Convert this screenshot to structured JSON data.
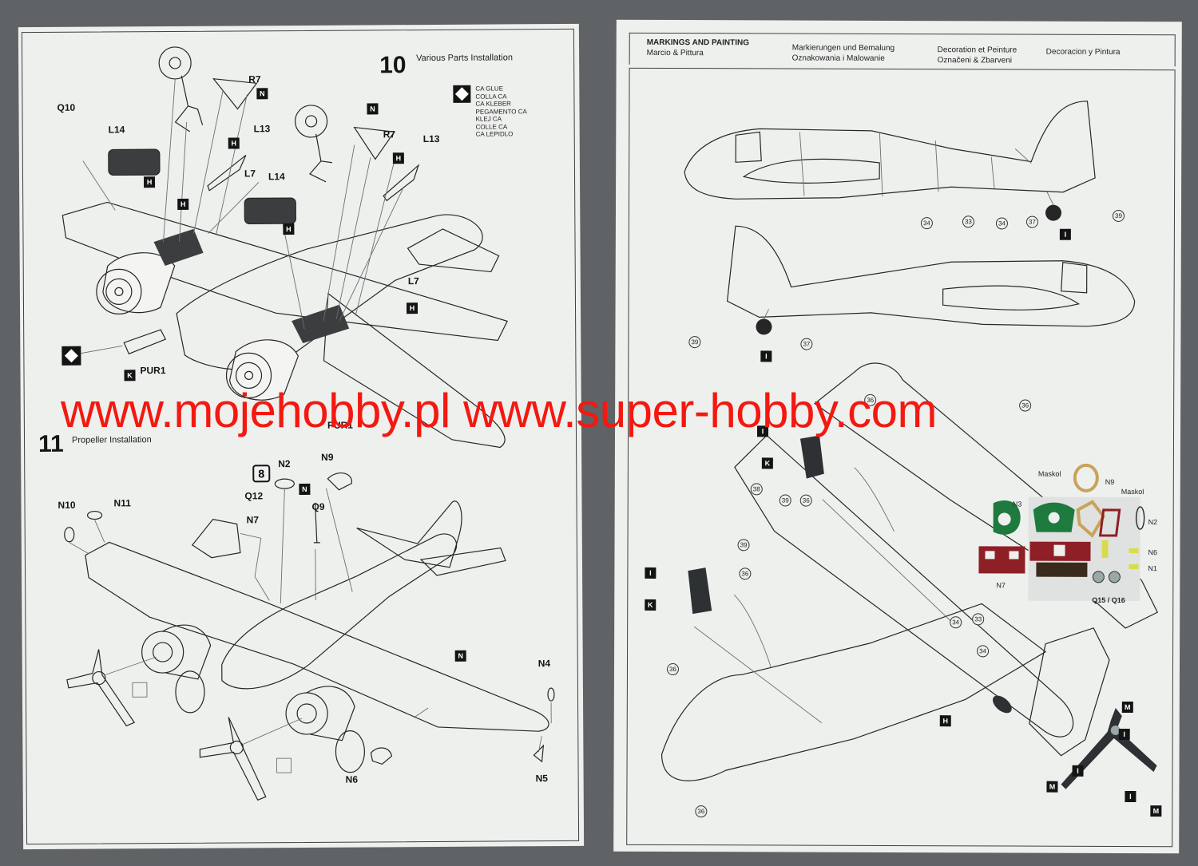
{
  "left_page": {
    "step10": {
      "number": "10",
      "title": "Various Parts Installation",
      "glue_lines": [
        "CA GLUE",
        "COLLA CA",
        "CA KLEBER",
        "PEGAMENTO CA",
        "KLEJ CA",
        "COLLE CA",
        "CA LEPIDLO"
      ],
      "part_labels": [
        "R7",
        "N",
        "Q10",
        "L14",
        "H",
        "L13",
        "H",
        "L7",
        "H",
        "N",
        "R7",
        "L13",
        "H",
        "L14",
        "H",
        "L7",
        "H",
        "PUR1",
        "K",
        "PUR1"
      ]
    },
    "step11": {
      "number": "11",
      "title": "Propeller Installation",
      "marker": "8",
      "part_labels": [
        "N2",
        "N9",
        "Q12",
        "N",
        "Q9",
        "N10",
        "N11",
        "N7",
        "N",
        "N4",
        "N6",
        "N5"
      ]
    }
  },
  "right_page": {
    "header": {
      "en": "MARKINGS AND PAINTING",
      "it": "Marcio & Pittura",
      "de": "Markierungen und Bemalung",
      "pl": "Oznakowania i Malowanie",
      "fr": "Decoration et Peinture",
      "cz": "Označeni & Zbarveni",
      "es": "Decoracion y Pintura"
    },
    "top_view_callouts": [
      "34",
      "33",
      "34",
      "37",
      "39"
    ],
    "top_view_letter": "I",
    "side_view_callouts": [
      "39",
      "37"
    ],
    "side_view_letter": "I",
    "plan_callouts": [
      "36",
      "36",
      "38",
      "39",
      "36",
      "39",
      "36",
      "34",
      "33",
      "34",
      "36",
      "36"
    ],
    "plan_letters": [
      "I",
      "K",
      "I",
      "K",
      "H"
    ],
    "decal_labels": [
      "Maskol",
      "N9",
      "Maskol",
      "N3",
      "N2",
      "N6",
      "N1",
      "N7",
      "Q15 / Q16"
    ],
    "propeller_letters": [
      "M",
      "I",
      "I",
      "M",
      "I",
      "M"
    ]
  },
  "watermark": "www.mojehobby.pl www.super-hobby.com",
  "colors": {
    "paper": "#eef0ee",
    "background": "#5f6366",
    "watermark": "#f41810",
    "decal_green": "#1e7a3e",
    "decal_red": "#8e1f26",
    "masking_tan": "#c9a35a",
    "decal_yellow": "#d8dc4a"
  }
}
